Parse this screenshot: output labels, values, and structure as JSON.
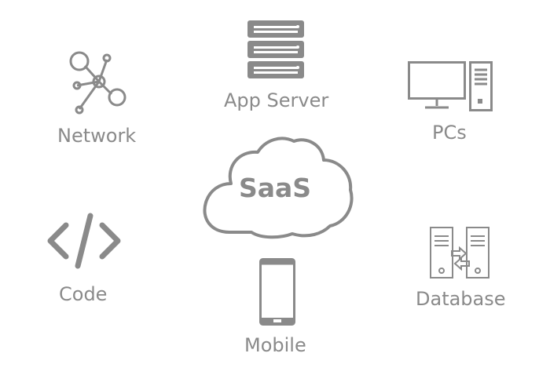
{
  "diagram": {
    "center": {
      "label": "SaaS",
      "icon": "cloud-icon"
    },
    "nodes": [
      {
        "key": "app_server",
        "label": "App Server",
        "icon": "server-rack-icon"
      },
      {
        "key": "network",
        "label": "Network",
        "icon": "network-nodes-icon"
      },
      {
        "key": "pcs",
        "label": "PCs",
        "icon": "desktop-pc-icon"
      },
      {
        "key": "code",
        "label": "Code",
        "icon": "code-brackets-icon"
      },
      {
        "key": "database",
        "label": "Database",
        "icon": "database-servers-icon"
      },
      {
        "key": "mobile",
        "label": "Mobile",
        "icon": "mobile-phone-icon"
      }
    ]
  },
  "colors": {
    "icon_gray": "#8a8a8a",
    "background": "#ffffff"
  }
}
